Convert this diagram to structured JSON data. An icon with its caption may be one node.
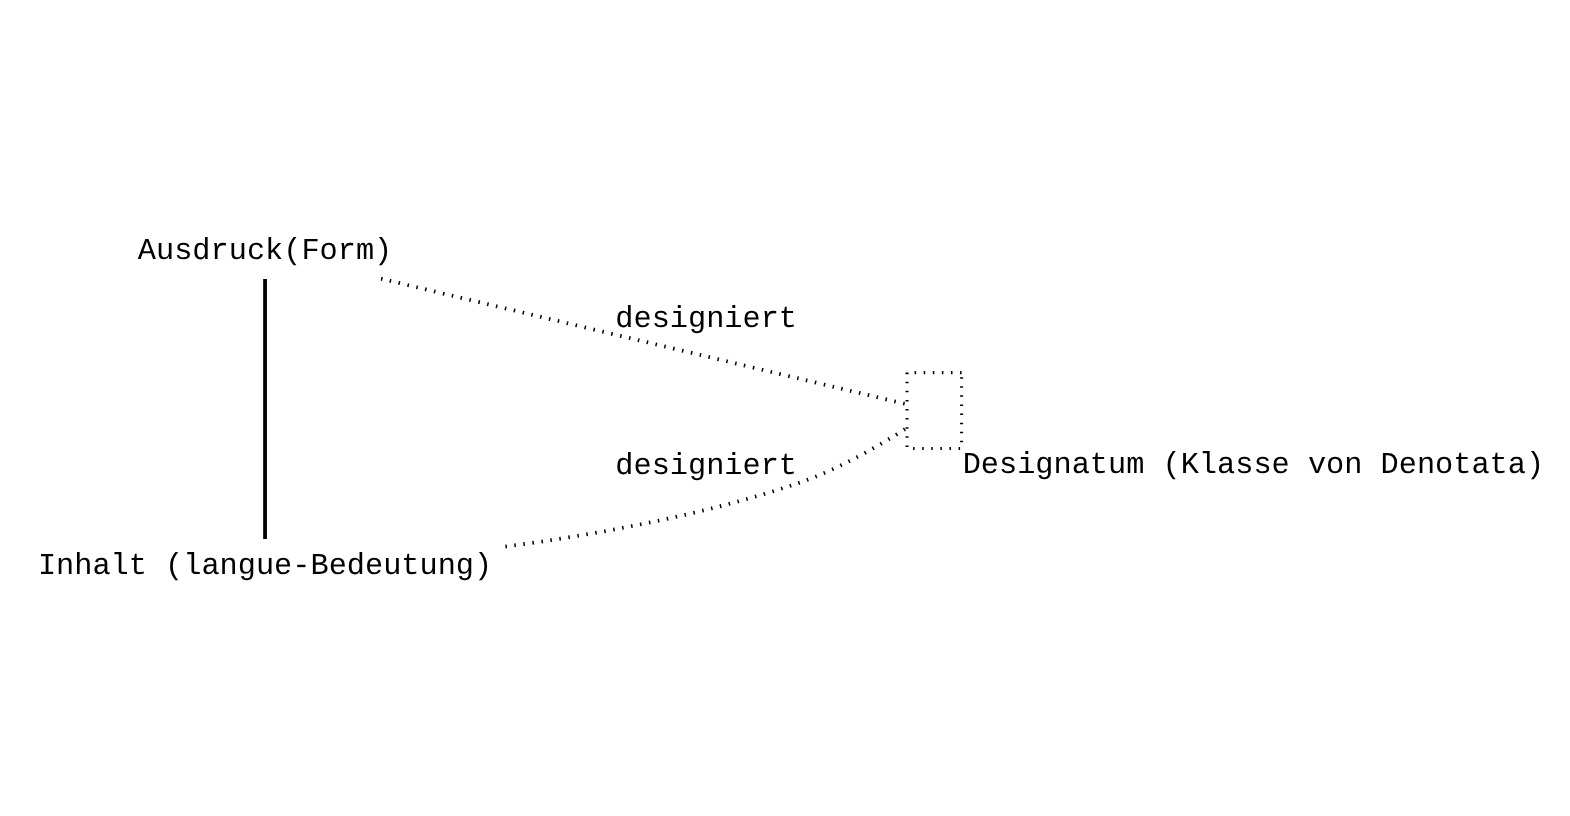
{
  "diagram": {
    "nodes": [
      {
        "text": [
          "Ausdruck(Form)"
        ]
      },
      {
        "text": [
          "Inhalt (langue-Bedeutung)"
        ]
      },
      {
        "text": [],
        "shape": "box",
        "beside": [
          "Designatum (Klasse von Denotata)"
        ]
      }
    ],
    "edges": [
      {
        "from": 0,
        "to": 1,
        "arrow": "none"
      },
      {
        "from": 0,
        "to": 2,
        "arrow": "none",
        "label": "designiert",
        "style": "dashed"
      },
      {
        "from": 1,
        "to": 2,
        "arrow": "none",
        "label": "designiert",
        "style": "dashed"
      }
    ]
  }
}
